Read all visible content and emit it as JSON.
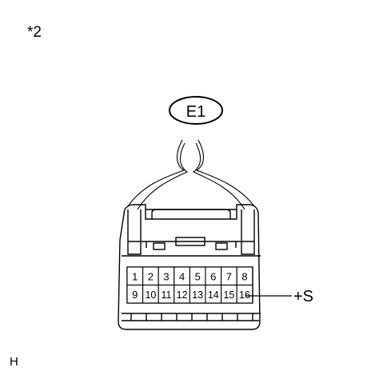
{
  "corner_label": "*2",
  "footer_label": "H",
  "connector": {
    "code": "E1",
    "pins_top": [
      "1",
      "2",
      "3",
      "4",
      "5",
      "6",
      "7",
      "8"
    ],
    "pins_bottom": [
      "9",
      "10",
      "11",
      "12",
      "13",
      "14",
      "15",
      "16"
    ],
    "callout_label": "+S"
  },
  "colors": {
    "line": "#000000",
    "background": "#ffffff"
  }
}
